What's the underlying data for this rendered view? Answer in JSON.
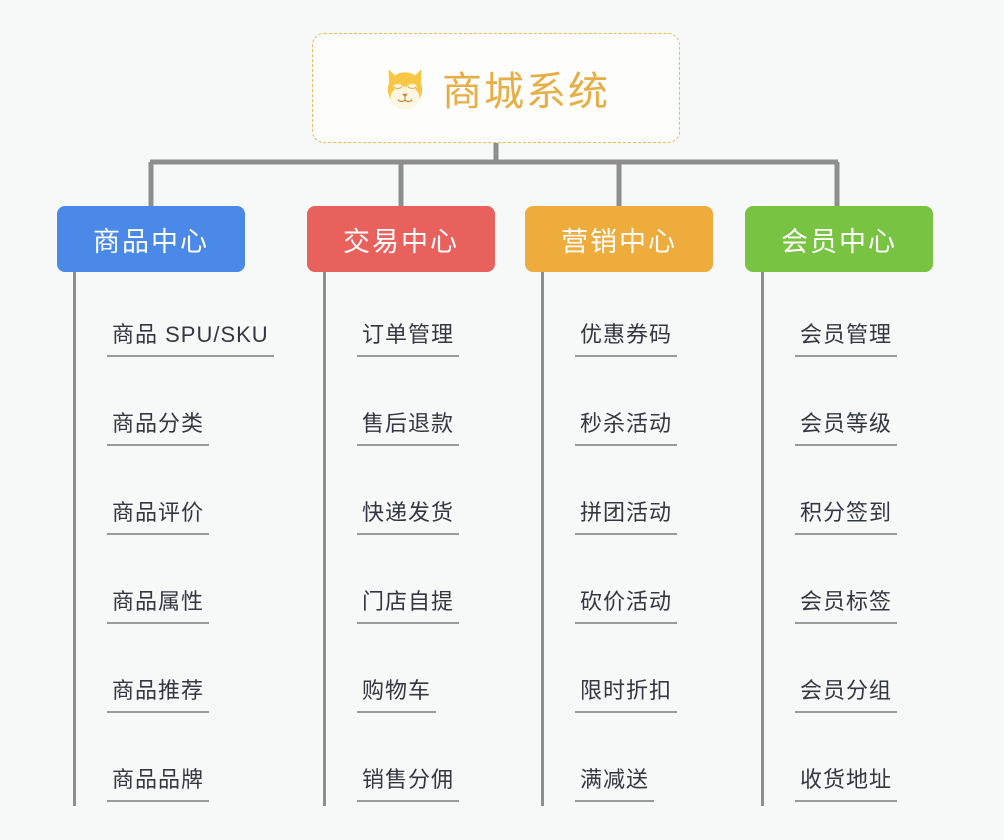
{
  "root": {
    "title": "商城系统",
    "emoji_name": "shiba-dog-face-emoji",
    "title_color": "#e7ae46",
    "border_color": "#e7b857"
  },
  "canvas": {
    "background_color": "#f7f8f8",
    "connector_color": "#8e8e8e"
  },
  "branches": [
    {
      "label": "商品中心",
      "color": "#4a89e8",
      "leaves": [
        "商品 SPU/SKU",
        "商品分类",
        "商品评价",
        "商品属性",
        "商品推荐",
        "商品品牌"
      ]
    },
    {
      "label": "交易中心",
      "color": "#e8615c",
      "leaves": [
        "订单管理",
        "售后退款",
        "快递发货",
        "门店自提",
        "购物车",
        "销售分佣"
      ]
    },
    {
      "label": "营销中心",
      "color": "#eeac3c",
      "leaves": [
        "优惠券码",
        "秒杀活动",
        "拼团活动",
        "砍价活动",
        "限时折扣",
        "满减送"
      ]
    },
    {
      "label": "会员中心",
      "color": "#79c342",
      "leaves": [
        "会员管理",
        "会员等级",
        "积分签到",
        "会员标签",
        "会员分组",
        "收货地址"
      ]
    }
  ]
}
